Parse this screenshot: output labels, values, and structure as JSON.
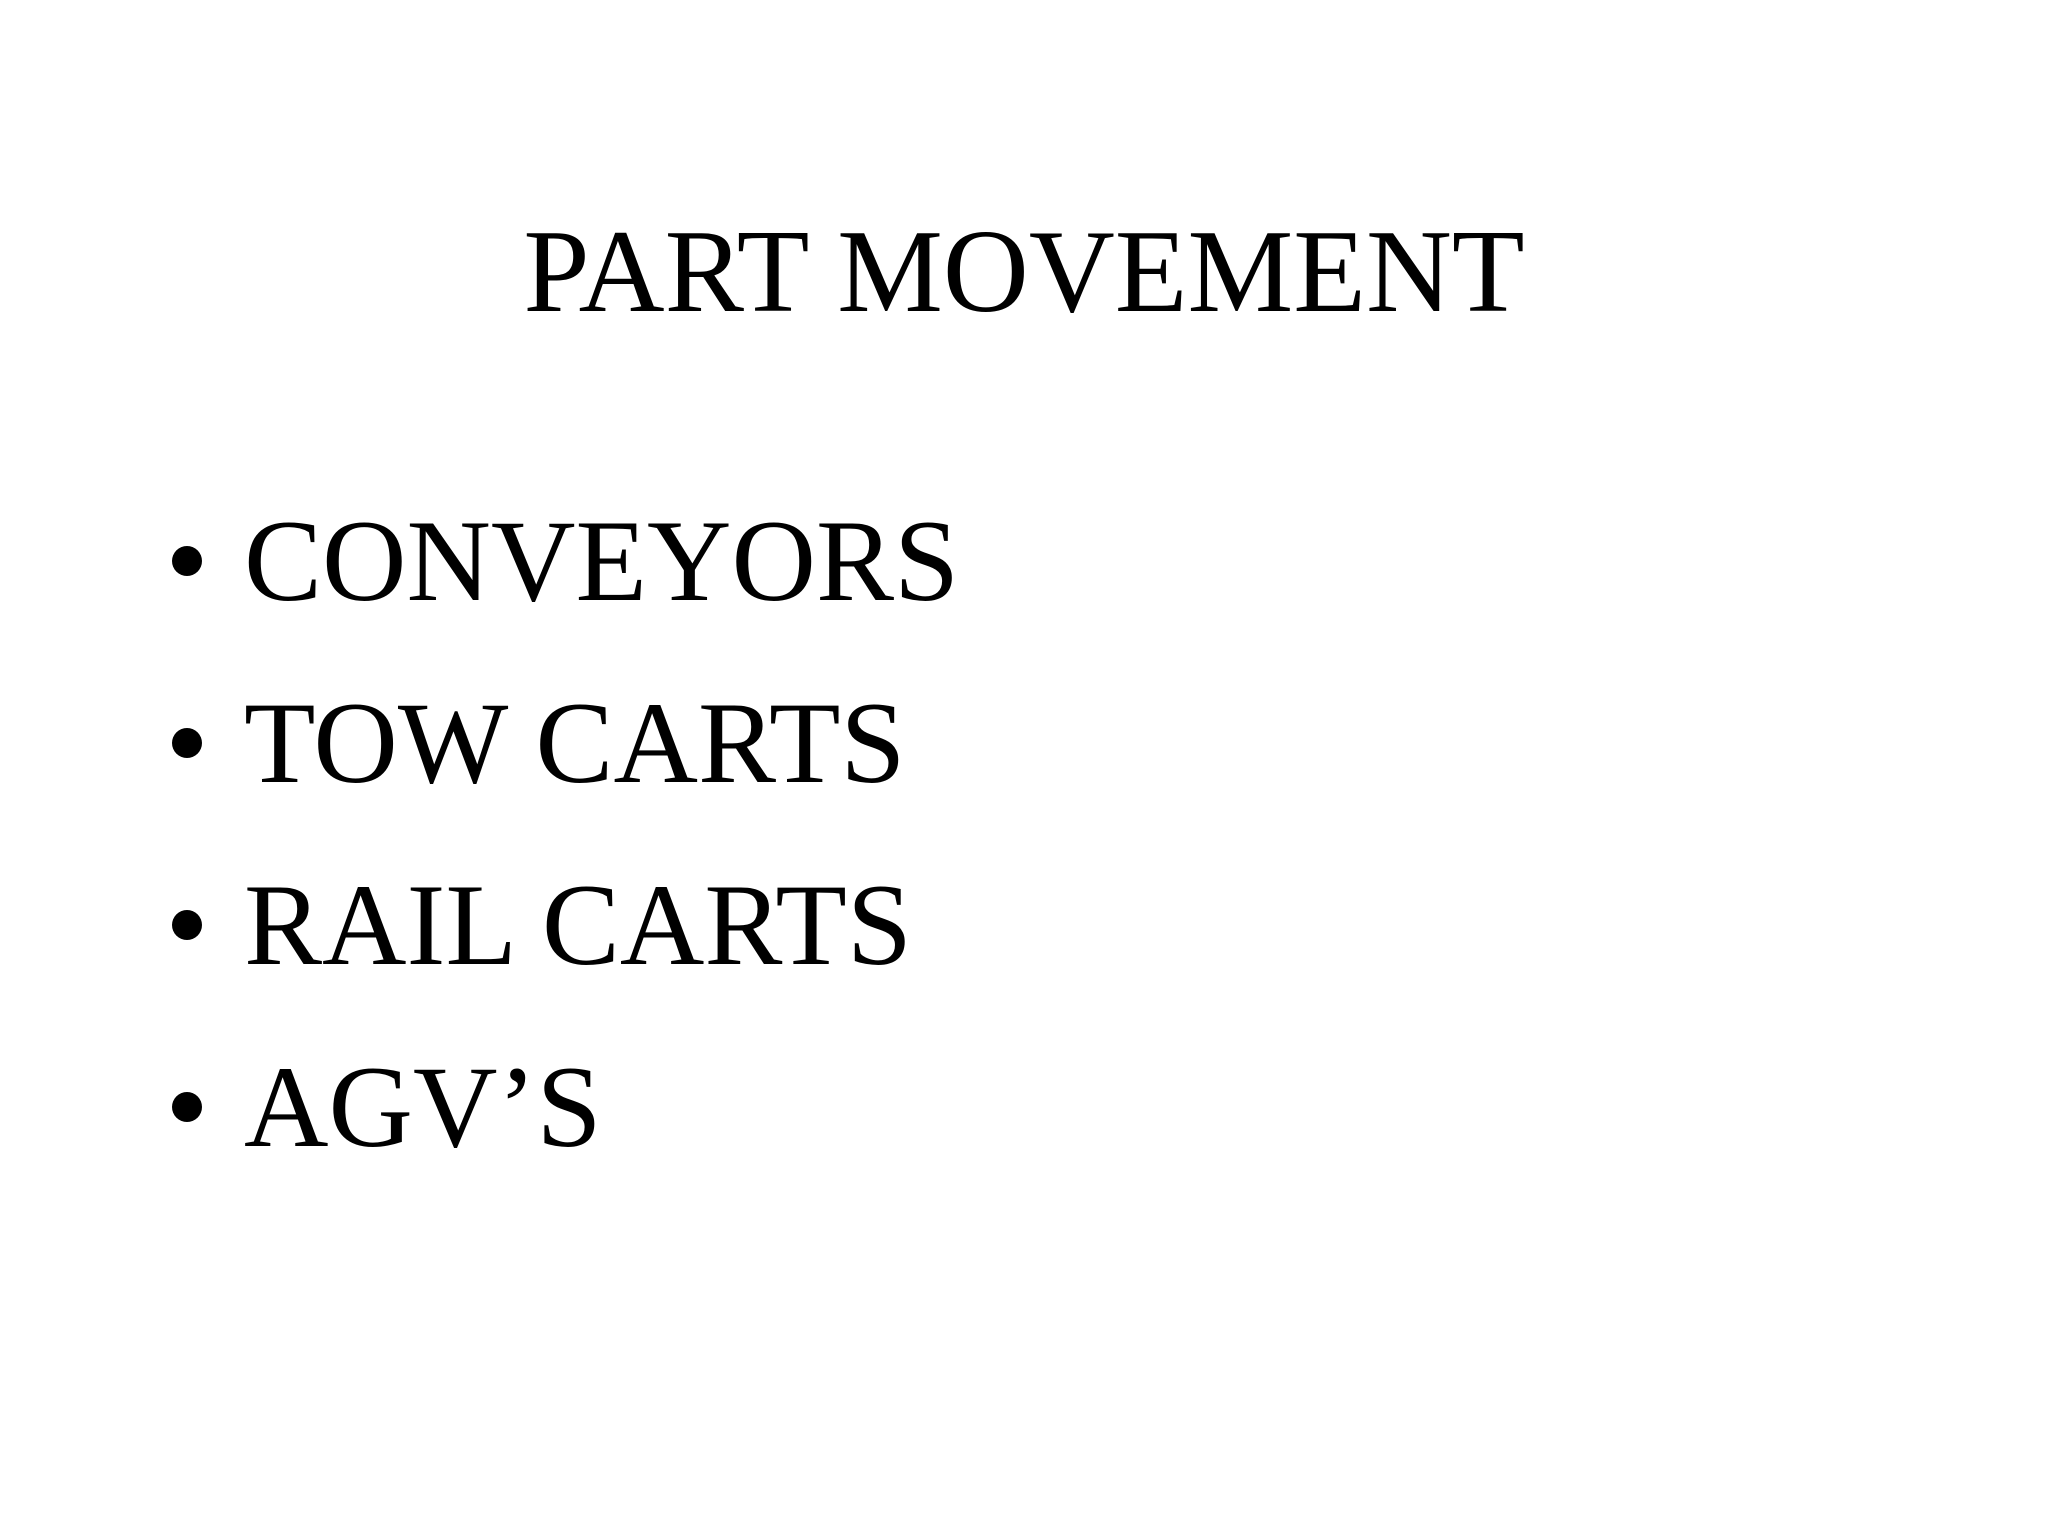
{
  "slide": {
    "title": "PART MOVEMENT",
    "bullets": [
      {
        "text": "CONVEYORS"
      },
      {
        "text": "TOW CARTS"
      },
      {
        "text": "RAIL CARTS"
      },
      {
        "text": "AGV’S"
      }
    ]
  }
}
